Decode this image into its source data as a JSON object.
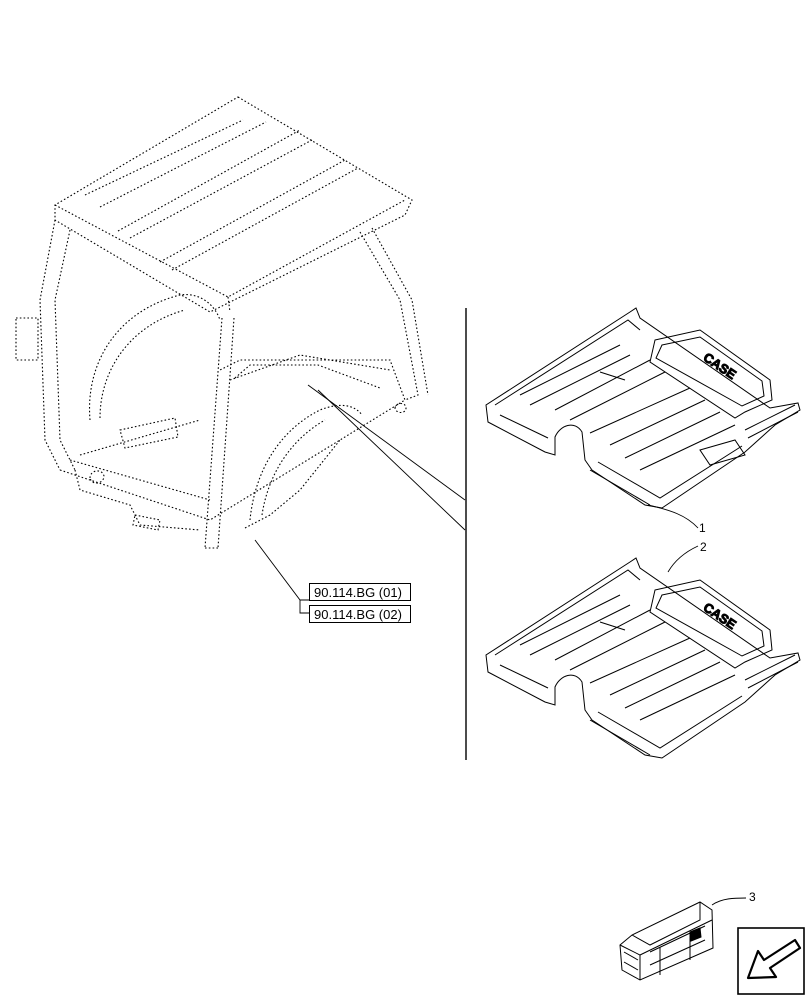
{
  "references": [
    {
      "label": "90.114.BG (01)"
    },
    {
      "label": "90.114.BG (02)"
    }
  ],
  "callouts": [
    {
      "number": "1"
    },
    {
      "number": "2"
    },
    {
      "number": "3"
    }
  ],
  "logo_text": "CASE",
  "icons": {
    "cab": "cab-frame-icon",
    "mat": "floor-mat-icon",
    "crate": "shipping-crate-icon",
    "nav": "arrow-left-down-icon"
  }
}
